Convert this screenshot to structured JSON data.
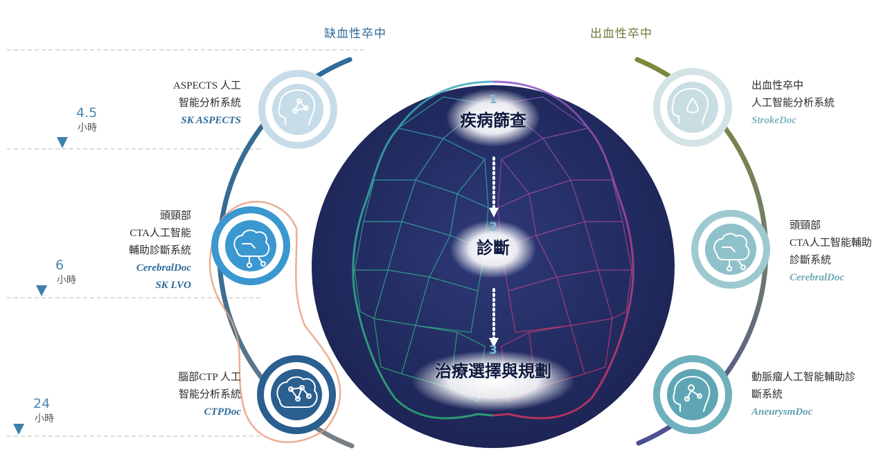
{
  "headers": {
    "ischemic": "缺血性卒中",
    "hemorrhagic": "出血性卒中"
  },
  "timeline": [
    {
      "value": "4.5",
      "unit": "小時"
    },
    {
      "value": "6",
      "unit": "小時"
    },
    {
      "value": "24",
      "unit": "小時"
    }
  ],
  "steps": [
    {
      "number": "1",
      "label": "疾病篩查"
    },
    {
      "number": "2",
      "label": "診斷"
    },
    {
      "number": "3",
      "label": "治療選擇與規劃"
    }
  ],
  "left_items": [
    {
      "lines": [
        "ASPECTS 人工",
        "智能分析系統"
      ],
      "products": [
        "SK ASPECTS"
      ],
      "icon": "head-network-icon"
    },
    {
      "lines": [
        "頭頸部",
        "CTA人工智能",
        "輔助診斷系統"
      ],
      "products": [
        "CerebralDoc",
        "SK LVO"
      ],
      "icon": "brain-circuit-icon"
    },
    {
      "lines": [
        "腦部CTP 人工",
        "智能分析系統"
      ],
      "products": [
        "CTPDoc"
      ],
      "icon": "brain-network-icon"
    }
  ],
  "right_items": [
    {
      "lines": [
        "出血性卒中",
        "人工智能分析系統"
      ],
      "products": [
        "StrokeDoc"
      ],
      "icon": "head-drop-icon"
    },
    {
      "lines": [
        "頭頸部",
        "CTA人工智能輔助",
        "診斷系統"
      ],
      "products": [
        "CerebralDoc"
      ],
      "icon": "brain-circuit-icon"
    },
    {
      "lines": [
        "動脈瘤人工智能輔助診",
        "斷系統"
      ],
      "products": [
        "AneurysmDoc"
      ],
      "icon": "head-aneurysm-icon"
    }
  ],
  "colors": {
    "ischemic": "#2e6a98",
    "hemorrhagic": "#6f7a3a",
    "accent_orange": "#e8a07e",
    "brain_bg": "#1f2a5c"
  }
}
